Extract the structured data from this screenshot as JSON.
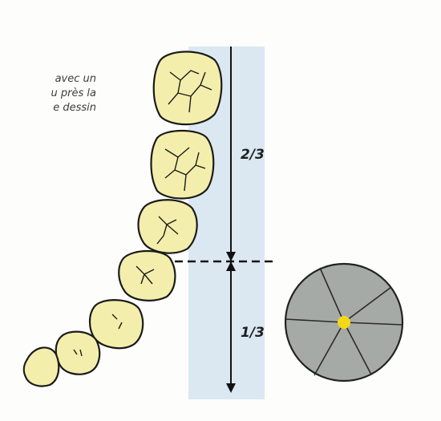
{
  "caption": {
    "lines": [
      "avec un",
      "u près la",
      "e dessin"
    ]
  },
  "ratio": {
    "upper": "2/3",
    "lower": "1/3"
  },
  "colors": {
    "tooth_fill": "#f3eeab",
    "tooth_outline": "#1b1b1b",
    "panel": "#dbe8f2",
    "disc_fill": "#a6aaa6",
    "disc_center": "#f4d817"
  }
}
